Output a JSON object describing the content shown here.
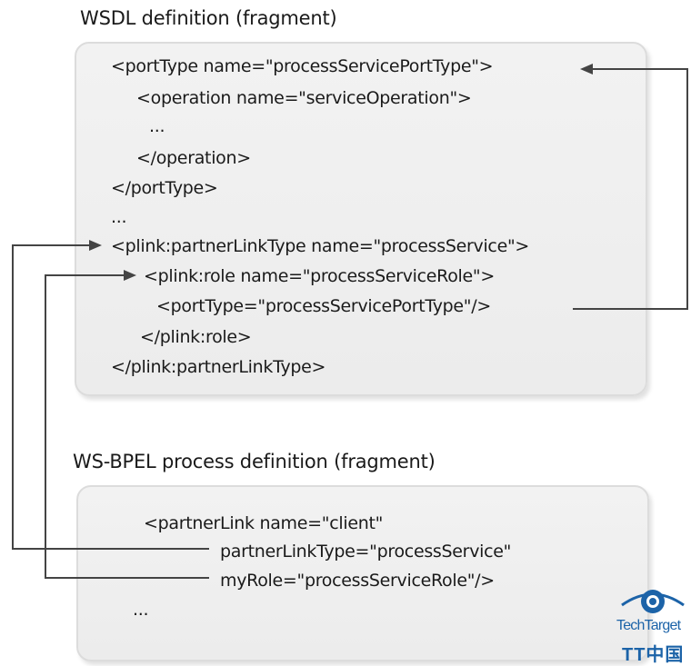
{
  "wsdl": {
    "title": "WSDL definition (fragment)",
    "lines": [
      "<portType name=\"processServicePortType\">",
      "<operation name=\"serviceOperation\">",
      "...",
      "</operation>",
      "</portType>",
      "...",
      "<plink:partnerLinkType name=\"processService\">",
      "<plink:role name=\"processServiceRole\">",
      "<portType=\"processServicePortType\"/>",
      "</plink:role>",
      "</plink:partnerLinkType>"
    ]
  },
  "bpel": {
    "title": "WS-BPEL process definition (fragment)",
    "lines": [
      "<partnerLink name=\"client\"",
      "partnerLinkType=\"processService\"",
      "myRole=\"processServiceRole\"/>",
      "..."
    ]
  },
  "connectors": [
    {
      "from": "portType=\"processServicePortType\"/>",
      "to": "<portType name=\"processServicePortType\">"
    },
    {
      "from": "partnerLinkType=\"processService\"",
      "to": "<plink:partnerLinkType name=\"processService\">"
    },
    {
      "from": "myRole=\"processServiceRole\"/>",
      "to": "<plink:role name=\"processServiceRole\">"
    }
  ],
  "colors": {
    "line": "#444444",
    "panel": "#efefef",
    "logo": "#1c63a8"
  },
  "logo": {
    "text": "TechTarget",
    "tt": "TT中国",
    "icon": "eye-icon"
  }
}
